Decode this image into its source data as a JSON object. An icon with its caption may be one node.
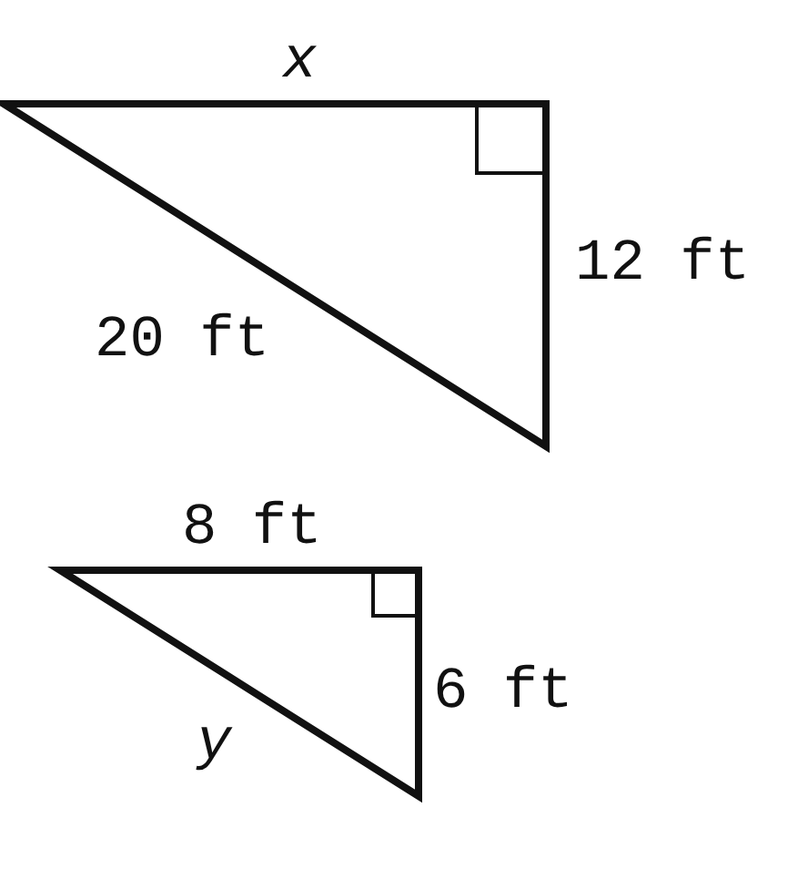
{
  "diagram": {
    "labels": [
      "x",
      "12 ft",
      "20 ft",
      "8 ft",
      "6 ft",
      "y"
    ]
  }
}
